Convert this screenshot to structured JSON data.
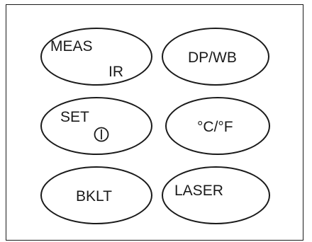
{
  "keypad": {
    "meas": {
      "label": "MEAS",
      "sublabel": "IR"
    },
    "dpwb": {
      "label": "DP/WB"
    },
    "set": {
      "label": "SET",
      "icon": "power-icon"
    },
    "unit": {
      "label": "°C/°F"
    },
    "bklt": {
      "label": "BKLT"
    },
    "laser": {
      "label": "LASER"
    }
  },
  "colors": {
    "outline": "#1a1a1a",
    "background": "#ffffff"
  }
}
